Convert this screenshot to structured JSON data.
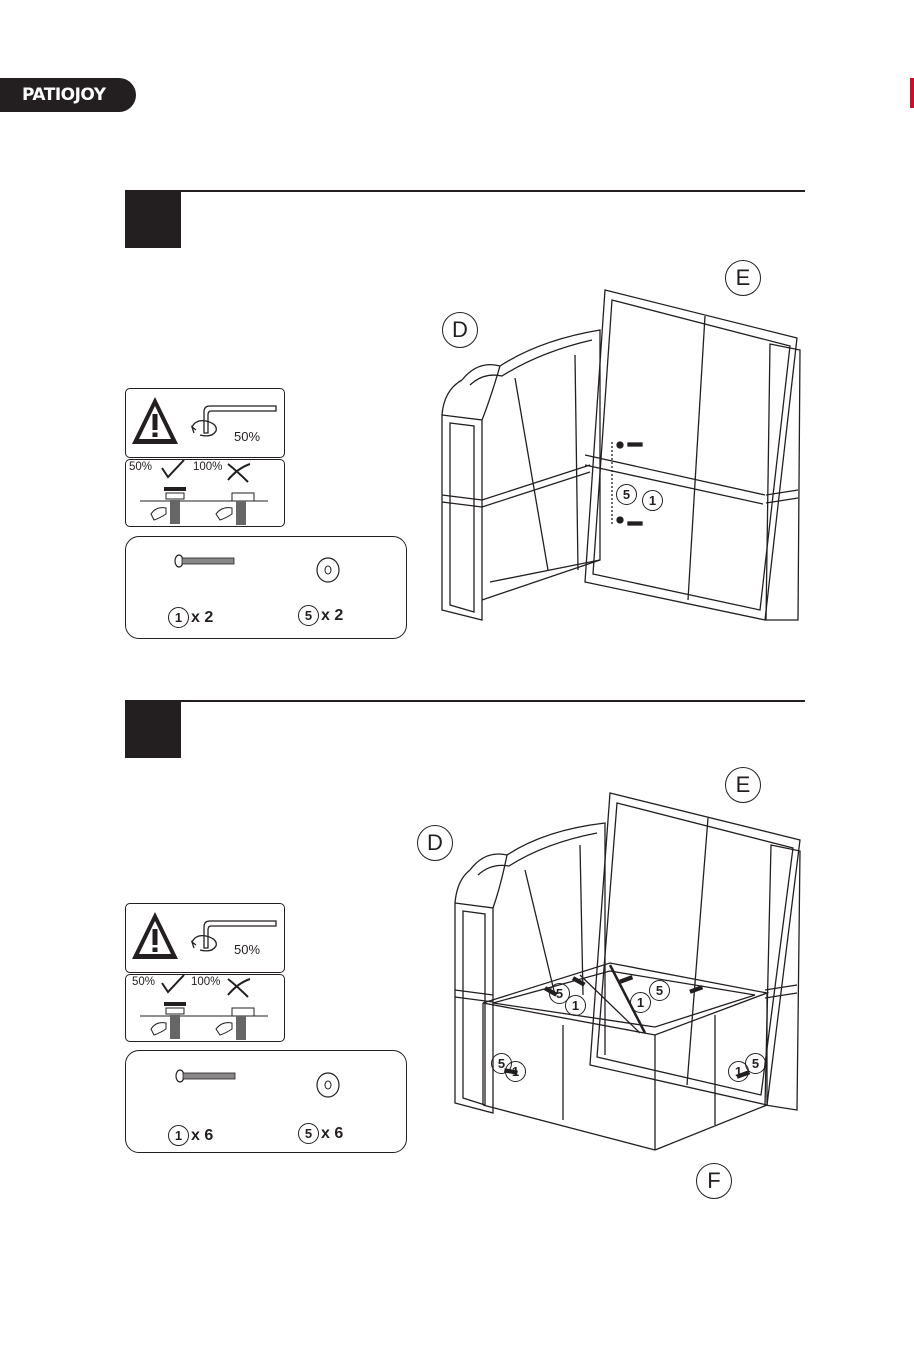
{
  "brand": {
    "logo_text": "PATIOJOY"
  },
  "steps": [
    {
      "number": "",
      "warning": {
        "torque_label": "50%",
        "ok_label": "50%",
        "bad_label": "100%"
      },
      "parts": [
        {
          "id": "1",
          "qty": "x 2",
          "name": "bolt"
        },
        {
          "id": "5",
          "qty": "x 2",
          "name": "washer"
        }
      ],
      "callouts": [
        "D",
        "E"
      ],
      "tags": [
        "5",
        "1"
      ]
    },
    {
      "number": "",
      "warning": {
        "torque_label": "50%",
        "ok_label": "50%",
        "bad_label": "100%"
      },
      "parts": [
        {
          "id": "1",
          "qty": "x 6",
          "name": "bolt"
        },
        {
          "id": "5",
          "qty": "x 6",
          "name": "washer"
        }
      ],
      "callouts": [
        "D",
        "E",
        "F"
      ],
      "tags": [
        "5",
        "1",
        "5",
        "1",
        "5",
        "1",
        "1",
        "5"
      ]
    }
  ],
  "colors": {
    "ink": "#231f20",
    "accent": "#c8102e"
  }
}
